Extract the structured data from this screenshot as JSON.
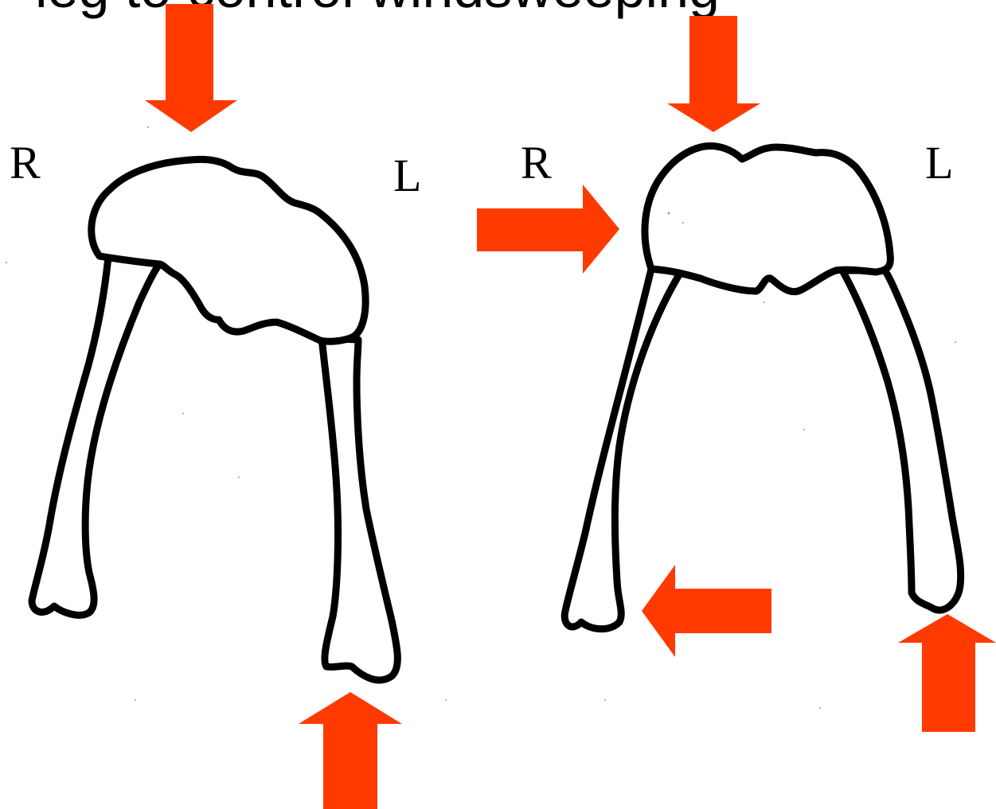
{
  "title": "leg to control windsweeping",
  "colors": {
    "arrow": "#ff3a00",
    "outline": "#000000",
    "background": "#ffffff"
  },
  "left_figure": {
    "right_label": "R",
    "left_label": "L",
    "forces": [
      "down-arrow-top",
      "up-arrow-left-foot"
    ]
  },
  "right_figure": {
    "right_label": "R",
    "left_label": "L",
    "forces": [
      "down-arrow-top",
      "right-arrow-side",
      "left-arrow-right-foot",
      "up-arrow-left-foot"
    ]
  }
}
